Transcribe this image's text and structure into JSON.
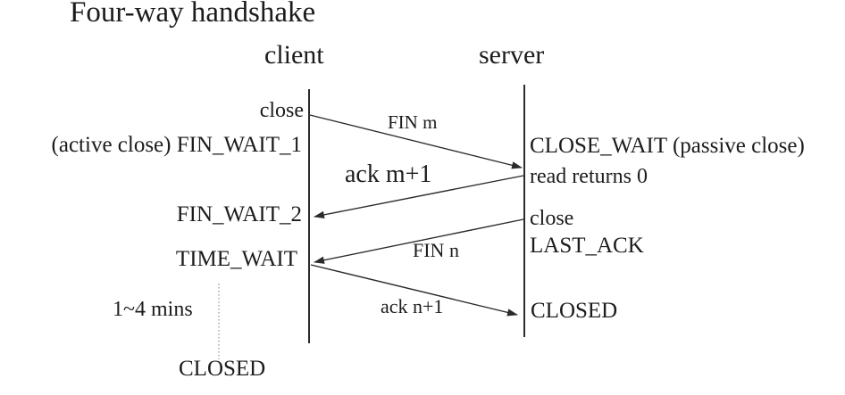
{
  "title": "Four-way handshake",
  "actors": {
    "client": "client",
    "server": "server"
  },
  "client_states": {
    "close_action": "close",
    "fin_wait_1": "(active close) FIN_WAIT_1",
    "fin_wait_2": "FIN_WAIT_2",
    "time_wait": "TIME_WAIT",
    "time_wait_duration": "1~4 mins",
    "closed": "CLOSED"
  },
  "server_states": {
    "close_wait": "CLOSE_WAIT (passive close)",
    "read_returns": "read returns 0",
    "close_action": "close",
    "last_ack": "LAST_ACK",
    "closed": "CLOSED"
  },
  "messages": {
    "fin_m": "FIN m",
    "ack_m_plus_1": "ack m+1",
    "fin_n": "FIN n",
    "ack_n_plus_1": "ack n+1"
  },
  "colors": {
    "background": "#ffffff",
    "text": "#1c1c1c",
    "line": "#2b2b2b",
    "dotted_line": "#a8a8a8"
  }
}
